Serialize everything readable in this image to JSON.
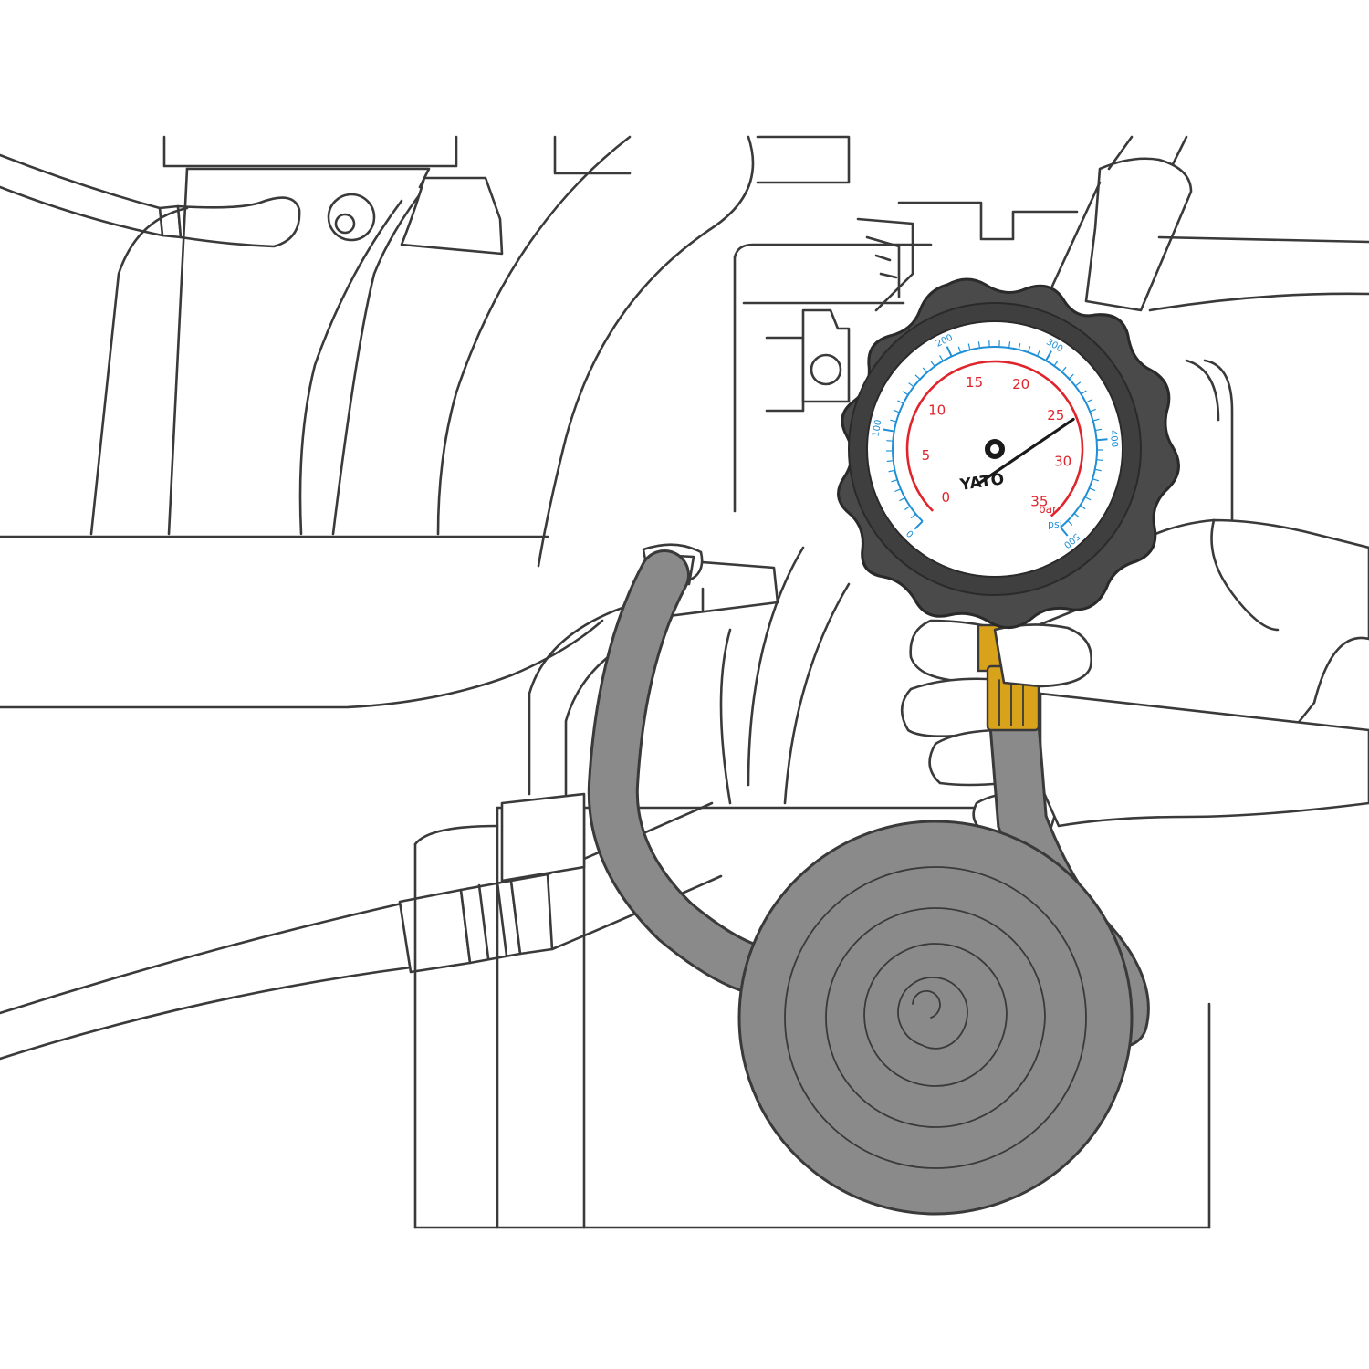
{
  "gauge": {
    "brand": "YATO",
    "bar_unit": "bar",
    "psi_unit": "psi",
    "bar_scale": [
      "0",
      "5",
      "10",
      "15",
      "20",
      "25",
      "30",
      "35"
    ],
    "psi_scale": [
      "0",
      "100",
      "200",
      "300",
      "400",
      "500"
    ],
    "bar_max": 35,
    "psi_max": 500,
    "reading_bar": 26,
    "colors": {
      "bar_scale": "#e0242c",
      "psi_scale": "#1f8fd6",
      "brass_fitting": "#d9a21b",
      "hose": "#8a8a8a",
      "gauge_body": "#4a4a4a"
    }
  }
}
